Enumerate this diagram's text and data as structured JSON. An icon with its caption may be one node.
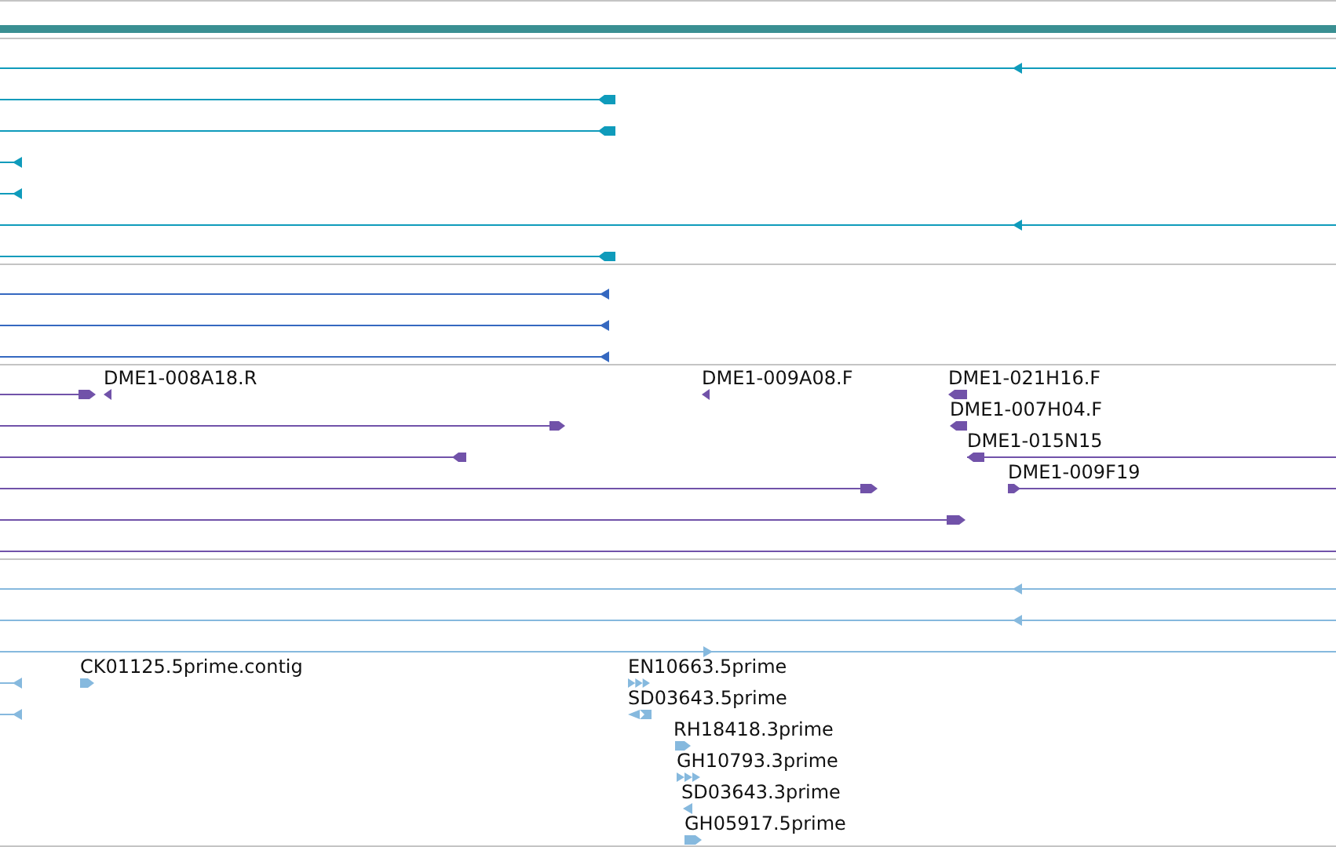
{
  "diagram": {
    "labels": [
      "DME1-008A18.R",
      "DME1-009A08.F",
      "DME1-021H16.F",
      "DME1-007H04.F",
      "DME1-015N15",
      "DME1-009F19",
      "CK01125.5prime.contig",
      "EN10663.5prime",
      "SD03643.5prime",
      "RH18418.3prime",
      "GH10793.3prime",
      "SD03643.3prime",
      "GH05917.5prime"
    ]
  }
}
